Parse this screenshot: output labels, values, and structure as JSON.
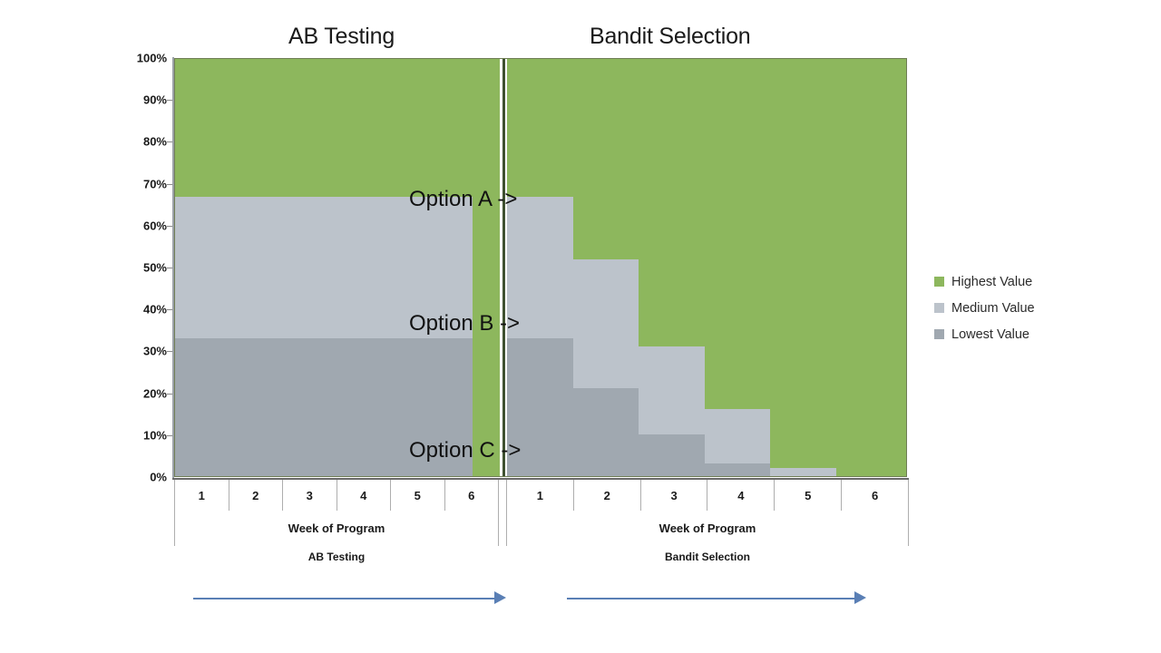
{
  "chart_data": {
    "type": "area",
    "title": "",
    "panels": [
      {
        "key": "ab",
        "title": "AB Testing",
        "xlabel": "Week of Program",
        "sublabel": "AB Testing",
        "categories": [
          "1",
          "2",
          "3",
          "4",
          "5",
          "6"
        ],
        "series": [
          {
            "name": "Highest Value",
            "color": "#8DB75D",
            "values": [
              33,
              33,
              33,
              33,
              33,
              100
            ]
          },
          {
            "name": "Medium Value",
            "color": "#BCC3CB",
            "values": [
              34,
              34,
              34,
              34,
              34,
              0
            ]
          },
          {
            "name": "Lowest Value",
            "color": "#A0A8B0",
            "values": [
              33,
              33,
              33,
              33,
              33,
              0
            ]
          }
        ],
        "steps": [
          {
            "x_pct": 0,
            "w_pct": 91.5,
            "green_pct": 33,
            "medium_pct": 34,
            "low_pct": 33
          },
          {
            "x_pct": 91.5,
            "w_pct": 8.5,
            "green_pct": 100,
            "medium_pct": 0,
            "low_pct": 0
          }
        ]
      },
      {
        "key": "bandit",
        "title": "Bandit Selection",
        "xlabel": "Week of Program",
        "sublabel": "Bandit Selection",
        "categories": [
          "1",
          "2",
          "3",
          "4",
          "5",
          "6"
        ],
        "series": [
          {
            "name": "Highest Value",
            "color": "#8DB75D",
            "values": [
              33,
              48,
              69,
              84,
              98,
              100
            ]
          },
          {
            "name": "Medium Value",
            "color": "#BCC3CB",
            "values": [
              34,
              31,
              21,
              13,
              2,
              0
            ]
          },
          {
            "name": "Lowest Value",
            "color": "#A0A8B0",
            "values": [
              33,
              21,
              10,
              3,
              0,
              0
            ]
          }
        ],
        "steps": [
          {
            "x_pct": 0,
            "w_pct": 16.5,
            "green_pct": 33,
            "medium_pct": 34,
            "low_pct": 33
          },
          {
            "x_pct": 16.5,
            "w_pct": 16.5,
            "green_pct": 48,
            "medium_pct": 31,
            "low_pct": 21
          },
          {
            "x_pct": 33.0,
            "w_pct": 16.5,
            "green_pct": 69,
            "medium_pct": 21,
            "low_pct": 10
          },
          {
            "x_pct": 49.5,
            "w_pct": 16.5,
            "green_pct": 84,
            "medium_pct": 13,
            "low_pct": 3
          },
          {
            "x_pct": 66.0,
            "w_pct": 16.5,
            "green_pct": 98,
            "medium_pct": 2,
            "low_pct": 0
          },
          {
            "x_pct": 82.5,
            "w_pct": 17.5,
            "green_pct": 100,
            "medium_pct": 0,
            "low_pct": 0
          }
        ]
      }
    ],
    "ylabel": "",
    "ylim": [
      0,
      100
    ],
    "yticks": [
      "0%",
      "10%",
      "20%",
      "30%",
      "40%",
      "50%",
      "60%",
      "70%",
      "80%",
      "90%",
      "100%"
    ],
    "ytick_values": [
      0,
      10,
      20,
      30,
      40,
      50,
      60,
      70,
      80,
      90,
      100
    ],
    "grid": false,
    "legend_position": "right",
    "legend": [
      {
        "label": "Highest Value",
        "color": "#8DB75D"
      },
      {
        "label": "Medium Value",
        "color": "#BCC3CB"
      },
      {
        "label": "Lowest Value",
        "color": "#A0A8B0"
      }
    ],
    "annotations": [
      {
        "id": "opt-a",
        "text": "Option A ->"
      },
      {
        "id": "opt-b",
        "text": "Option B ->"
      },
      {
        "id": "opt-c",
        "text": "Option C ->"
      }
    ]
  },
  "colors": {
    "highest": "#8DB75D",
    "medium": "#BCC3CB",
    "lowest": "#A0A8B0",
    "divider": "#3F5130",
    "arrow": "#5A7FB5",
    "axis": "#9AA0A6"
  }
}
